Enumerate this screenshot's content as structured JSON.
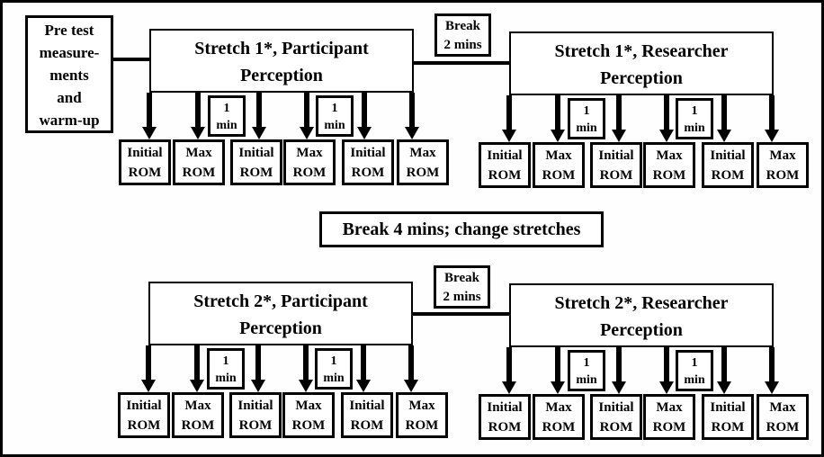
{
  "diagram": {
    "pretest_label": "Pre test\nmeasure-\nments\nand\nwarm-up",
    "break_top_label": "Break\n2 mins",
    "break_middle_label": "Break 4 mins; change stretches",
    "break_bottom_label": "Break\n2 mins",
    "groups": [
      {
        "title": "Stretch 1*, Participant\nPerception",
        "one_min_labels": [
          "1\nmin",
          "1\nmin"
        ],
        "rom_sequence": [
          "Initial\nROM",
          "Max\nROM",
          "Initial\nROM",
          "Max\nROM",
          "Initial\nROM",
          "Max\nROM"
        ]
      },
      {
        "title": "Stretch 1*, Researcher\nPerception",
        "one_min_labels": [
          "1\nmin",
          "1\nmin"
        ],
        "rom_sequence": [
          "Initial\nROM",
          "Max\nROM",
          "Initial\nROM",
          "Max\nROM",
          "Initial\nROM",
          "Max\nROM"
        ]
      },
      {
        "title": "Stretch 2*, Participant\nPerception",
        "one_min_labels": [
          "1\nmin",
          "1\nmin"
        ],
        "rom_sequence": [
          "Initial\nROM",
          "Max\nROM",
          "Initial\nROM",
          "Max\nROM",
          "Initial\nROM",
          "Max\nROM"
        ]
      },
      {
        "title": "Stretch 2*, Researcher\nPerception",
        "one_min_labels": [
          "1\nmin",
          "1\nmin"
        ],
        "rom_sequence": [
          "Initial\nROM",
          "Max\nROM",
          "Initial\nROM",
          "Max\nROM",
          "Initial\nROM",
          "Max\nROM"
        ]
      }
    ]
  }
}
